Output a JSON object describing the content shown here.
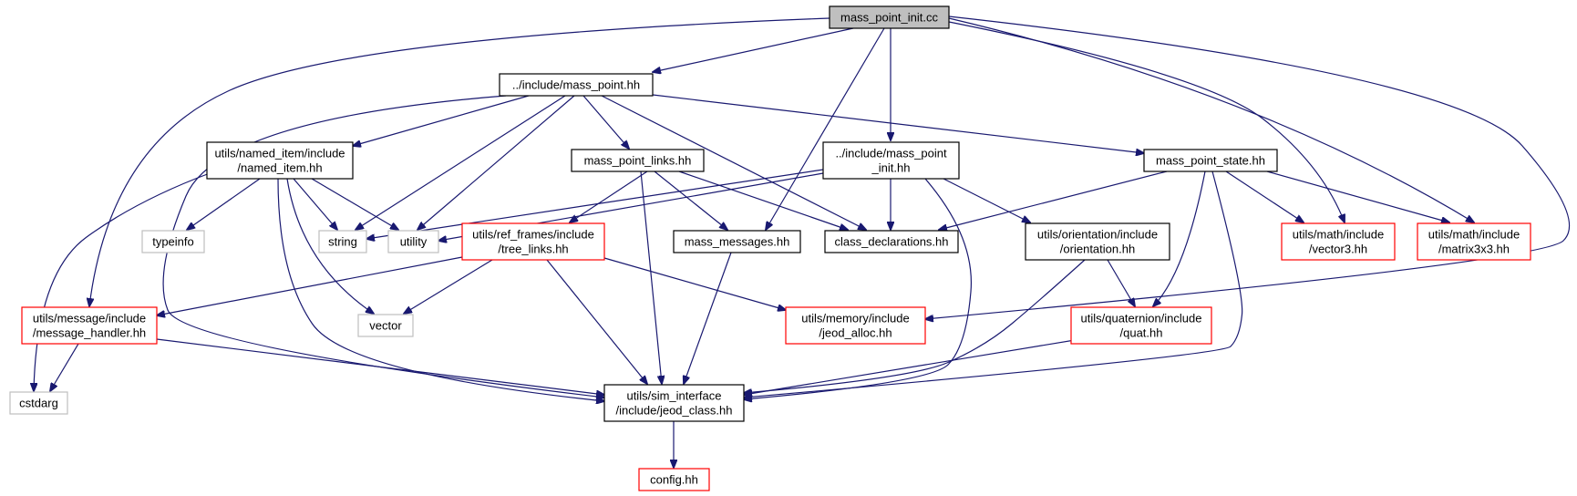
{
  "colors": {
    "edge": "#191970",
    "text": "#000000",
    "border_normal": "#000000",
    "border_missing": "#bfbfbf",
    "border_truncated": "#ff0000",
    "root_fill": "#bfbfbf",
    "node_fill": "#ffffff"
  },
  "nodes": [
    {
      "id": "mass_point_init_cc",
      "lines": [
        "mass_point_init.cc"
      ],
      "kind": "root"
    },
    {
      "id": "include_mass_point_hh",
      "lines": [
        "../include/mass_point.hh"
      ],
      "kind": "normal"
    },
    {
      "id": "named_item_hh",
      "lines": [
        "utils/named_item/include",
        "/named_item.hh"
      ],
      "kind": "normal"
    },
    {
      "id": "mass_point_links_hh",
      "lines": [
        "mass_point_links.hh"
      ],
      "kind": "normal"
    },
    {
      "id": "include_mass_point_init_hh",
      "lines": [
        "../include/mass_point",
        "_init.hh"
      ],
      "kind": "normal"
    },
    {
      "id": "mass_point_state_hh",
      "lines": [
        "mass_point_state.hh"
      ],
      "kind": "normal"
    },
    {
      "id": "typeinfo",
      "lines": [
        "typeinfo"
      ],
      "kind": "missing"
    },
    {
      "id": "string",
      "lines": [
        "string"
      ],
      "kind": "missing"
    },
    {
      "id": "utility",
      "lines": [
        "utility"
      ],
      "kind": "missing"
    },
    {
      "id": "tree_links_hh",
      "lines": [
        "utils/ref_frames/include",
        "/tree_links.hh"
      ],
      "kind": "truncated"
    },
    {
      "id": "mass_messages_hh",
      "lines": [
        "mass_messages.hh"
      ],
      "kind": "normal"
    },
    {
      "id": "class_declarations_hh",
      "lines": [
        "class_declarations.hh"
      ],
      "kind": "normal"
    },
    {
      "id": "orientation_hh",
      "lines": [
        "utils/orientation/include",
        "/orientation.hh"
      ],
      "kind": "normal"
    },
    {
      "id": "vector3_hh",
      "lines": [
        "utils/math/include",
        "/vector3.hh"
      ],
      "kind": "truncated"
    },
    {
      "id": "matrix3x3_hh",
      "lines": [
        "utils/math/include",
        "/matrix3x3.hh"
      ],
      "kind": "truncated"
    },
    {
      "id": "message_handler_hh",
      "lines": [
        "utils/message/include",
        "/message_handler.hh"
      ],
      "kind": "truncated"
    },
    {
      "id": "vector",
      "lines": [
        "vector"
      ],
      "kind": "missing"
    },
    {
      "id": "jeod_alloc_hh",
      "lines": [
        "utils/memory/include",
        "/jeod_alloc.hh"
      ],
      "kind": "truncated"
    },
    {
      "id": "quat_hh",
      "lines": [
        "utils/quaternion/include",
        "/quat.hh"
      ],
      "kind": "truncated"
    },
    {
      "id": "cstdarg",
      "lines": [
        "cstdarg"
      ],
      "kind": "missing"
    },
    {
      "id": "jeod_class_hh",
      "lines": [
        "utils/sim_interface",
        "/include/jeod_class.hh"
      ],
      "kind": "normal"
    },
    {
      "id": "config_hh",
      "lines": [
        "config.hh"
      ],
      "kind": "truncated"
    }
  ]
}
